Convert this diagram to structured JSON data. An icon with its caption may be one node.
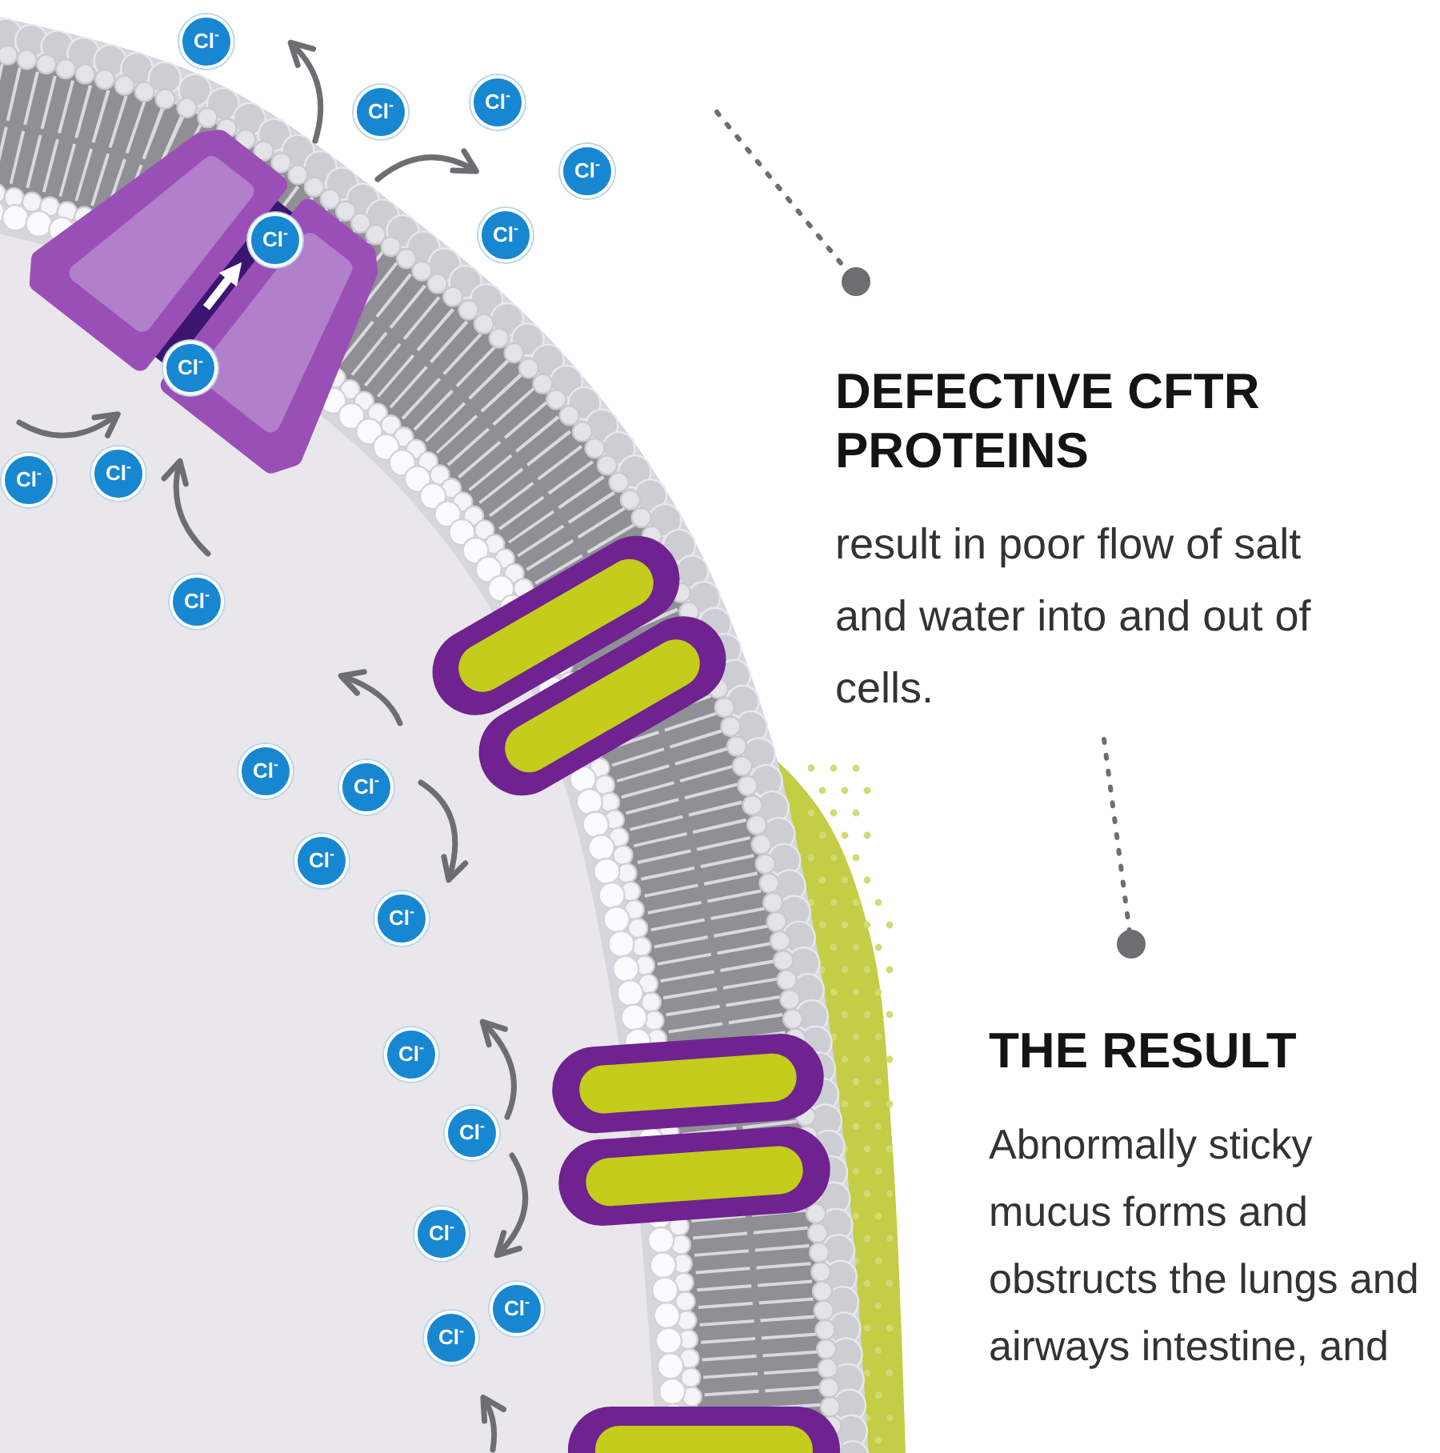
{
  "diagram": {
    "nodes": [
      {
        "text": [
          "Cl$^{-}$"
        ]
      },
      {
        "text": [
          "Cl$^{-}$"
        ]
      },
      {
        "text": [
          "Cl$^{-}$"
        ]
      },
      {
        "text": [
          "Cl$^{-}$"
        ]
      },
      {
        "text": [
          "Cl$^{-}$"
        ]
      },
      {
        "text": [
          "Cl$^{-}$"
        ]
      },
      {
        "text": [
          "Cl$^{-}$"
        ]
      },
      {
        "text": [
          "Cl$^{-}$"
        ]
      },
      {
        "text": [
          "Cl$^{-}$"
        ]
      },
      {
        "text": [
          "Cl$^{-}$"
        ]
      },
      {
        "text": [
          "Cl$^{-}$"
        ]
      },
      {
        "text": [
          "Cl$^{-}$"
        ]
      },
      {
        "text": [
          "Cl$^{-}$"
        ]
      },
      {
        "text": [
          "Cl$^{-}$"
        ]
      },
      {
        "text": [
          "Cl$^{-}$"
        ]
      },
      {
        "text": [
          "Cl$^{-}$"
        ]
      },
      {
        "text": [
          "Cl$^{-}$"
        ]
      },
      {
        "text": [
          "Cl$^{-}$"
        ]
      },
      {
        "text": [
          "Cl$^{-}$"
        ]
      }
    ],
    "labels": [
      "DEFECTIVE CFTR PROTEINS",
      "result in poor flow of salt and water into and out of cells.",
      "THE RESULT",
      "Abnormally sticky mucus forms and obstructs the lungs and airways intestine, and"
    ]
  }
}
